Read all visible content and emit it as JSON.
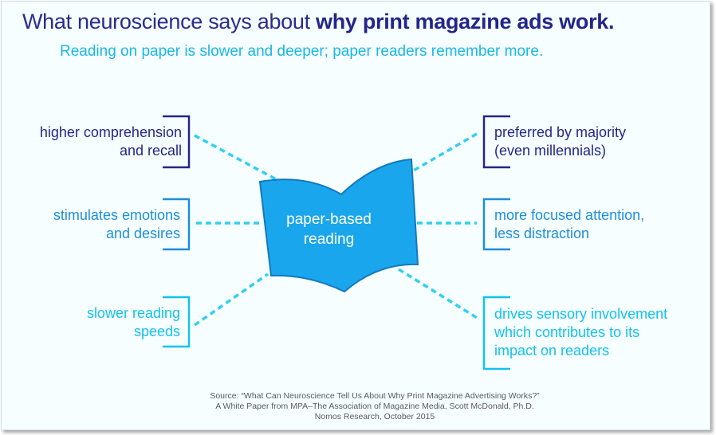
{
  "header": {
    "title_light": "What neuroscience says about ",
    "title_bold": "why print magazine ads work.",
    "subtitle": "Reading on paper is slower and deeper; paper readers remember more."
  },
  "center": {
    "label_line1": "paper-based",
    "label_line2": "reading"
  },
  "left_items": [
    {
      "line1": "higher comprehension",
      "line2": "and recall"
    },
    {
      "line1": "stimulates emotions",
      "line2": "and desires"
    },
    {
      "line1": "slower reading",
      "line2": "speeds"
    }
  ],
  "right_items": [
    {
      "line1": "preferred by majority",
      "line2": "(even millennials)"
    },
    {
      "line1": "more focused attention,",
      "line2": "less distraction"
    },
    {
      "line1": "drives sensory involvement",
      "line2": "which contributes to its",
      "line3": "impact on readers"
    }
  ],
  "source": {
    "line1": "Source: “What Can Neuroscience Tell Us About Why Print Magazine Advertising Works?”",
    "line2": "A White Paper from MPA–The Association of Magazine Media, Scott McDonald, Ph.D.",
    "line3": "Nomos Research, October 2015"
  },
  "colors": {
    "navy": "#232688",
    "blue": "#1c8ee0",
    "cyan": "#12c2f0",
    "book": "#1aa6ec",
    "connector": "#2fd0f2"
  },
  "icons": {
    "center": "open-book-icon"
  }
}
